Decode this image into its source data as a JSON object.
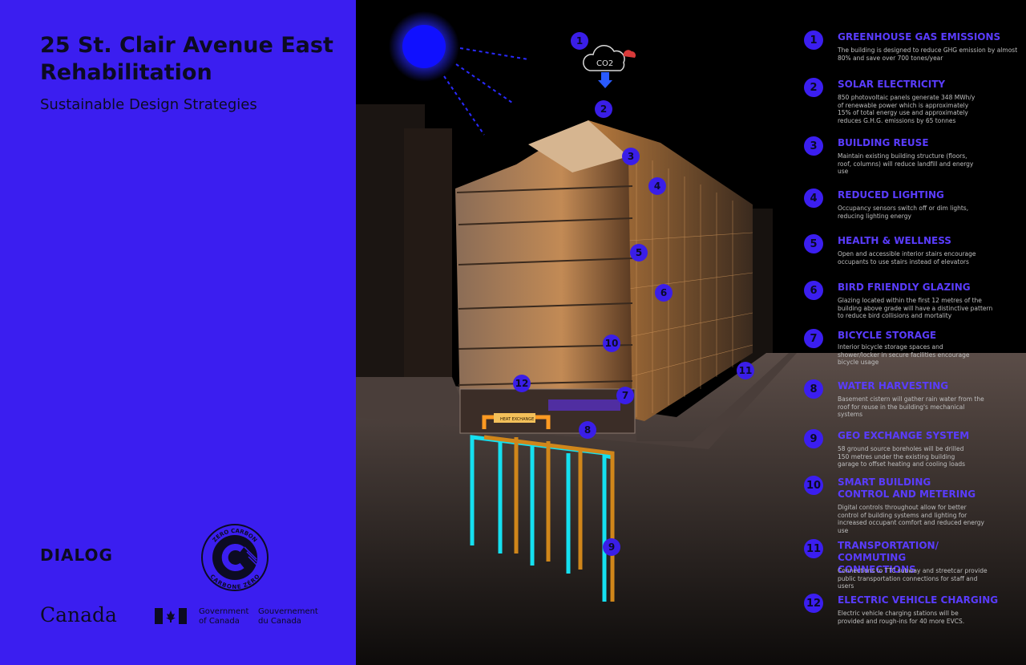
{
  "title_line1": "25 St. Clair Avenue East",
  "title_line2": "Rehabilitation",
  "subtitle": "Sustainable Design Strategies",
  "logos": {
    "dialog": "DIALOG",
    "zero_carbon_top": "ZERO CARBON",
    "zero_carbon_bottom": "CARBONE ZÉRO",
    "canada": "Canada",
    "gov_en_1": "Government",
    "gov_en_2": "of Canada",
    "gov_fr_1": "Gouvernement",
    "gov_fr_2": "du Canada"
  },
  "colors": {
    "panel": "#3b1ef0",
    "accent": "#5a3cff",
    "marker": "#3a1ee8"
  },
  "diagram": {
    "co2_label": "CO2",
    "geo_label": "HEAT EXCHANGE",
    "markers": [
      "1",
      "2",
      "3",
      "4",
      "5",
      "6",
      "7",
      "8",
      "9",
      "10",
      "11",
      "12"
    ]
  },
  "legend": [
    {
      "num": "1",
      "title": "GREENHOUSE GAS EMISSIONS",
      "desc": "The building is designed to reduce GHG emission by almost 80% and save over 700 tones/year"
    },
    {
      "num": "2",
      "title": "SOLAR ELECTRICITY",
      "desc": "850 photovoltaic panels generate 348 MWh/y of renewable power which is approximately 15% of total energy use and approximately reduces G.H.G. emissions by 65 tonnes"
    },
    {
      "num": "3",
      "title": "BUILDING REUSE",
      "desc": "Maintain existing building structure (floors, roof, columns) will reduce landfill and energy use"
    },
    {
      "num": "4",
      "title": "REDUCED LIGHTING",
      "desc": "Occupancy sensors switch off or dim lights, reducing lighting energy"
    },
    {
      "num": "5",
      "title": "HEALTH & WELLNESS",
      "desc": "Open and accessible interior stairs encourage occupants to use stairs instead of elevators"
    },
    {
      "num": "6",
      "title": "BIRD FRIENDLY GLAZING",
      "desc": "Glazing located within the first 12 metres of the building above grade will have a distinctive pattern to reduce bird collisions and mortality"
    },
    {
      "num": "7",
      "title": "BICYCLE STORAGE",
      "desc": "Interior bicycle storage spaces and shower/locker in secure facilities encourage bicycle usage"
    },
    {
      "num": "8",
      "title": "WATER HARVESTING",
      "desc": "Basement cistern will gather rain water from the roof for reuse in the building's mechanical systems"
    },
    {
      "num": "9",
      "title": "GEO EXCHANGE SYSTEM",
      "desc": "58 ground source boreholes will be drilled 150 metres under the existing building garage to offset heating and cooling loads"
    },
    {
      "num": "10",
      "title": "SMART BUILDING CONTROL AND METERING",
      "desc": "Digital controls throughout allow for better control of building systems and lighting for increased occupant comfort and reduced energy use"
    },
    {
      "num": "11",
      "title": "TRANSPORTATION/ COMMUTING CONNECTIONS",
      "desc": "Connections to TTC subway and streetcar provide public transportation connections for staff and users"
    },
    {
      "num": "12",
      "title": "ELECTRIC VEHICLE CHARGING",
      "desc": "Electric vehicle charging stations will be provided and rough-ins for 40 more EVCS."
    }
  ]
}
